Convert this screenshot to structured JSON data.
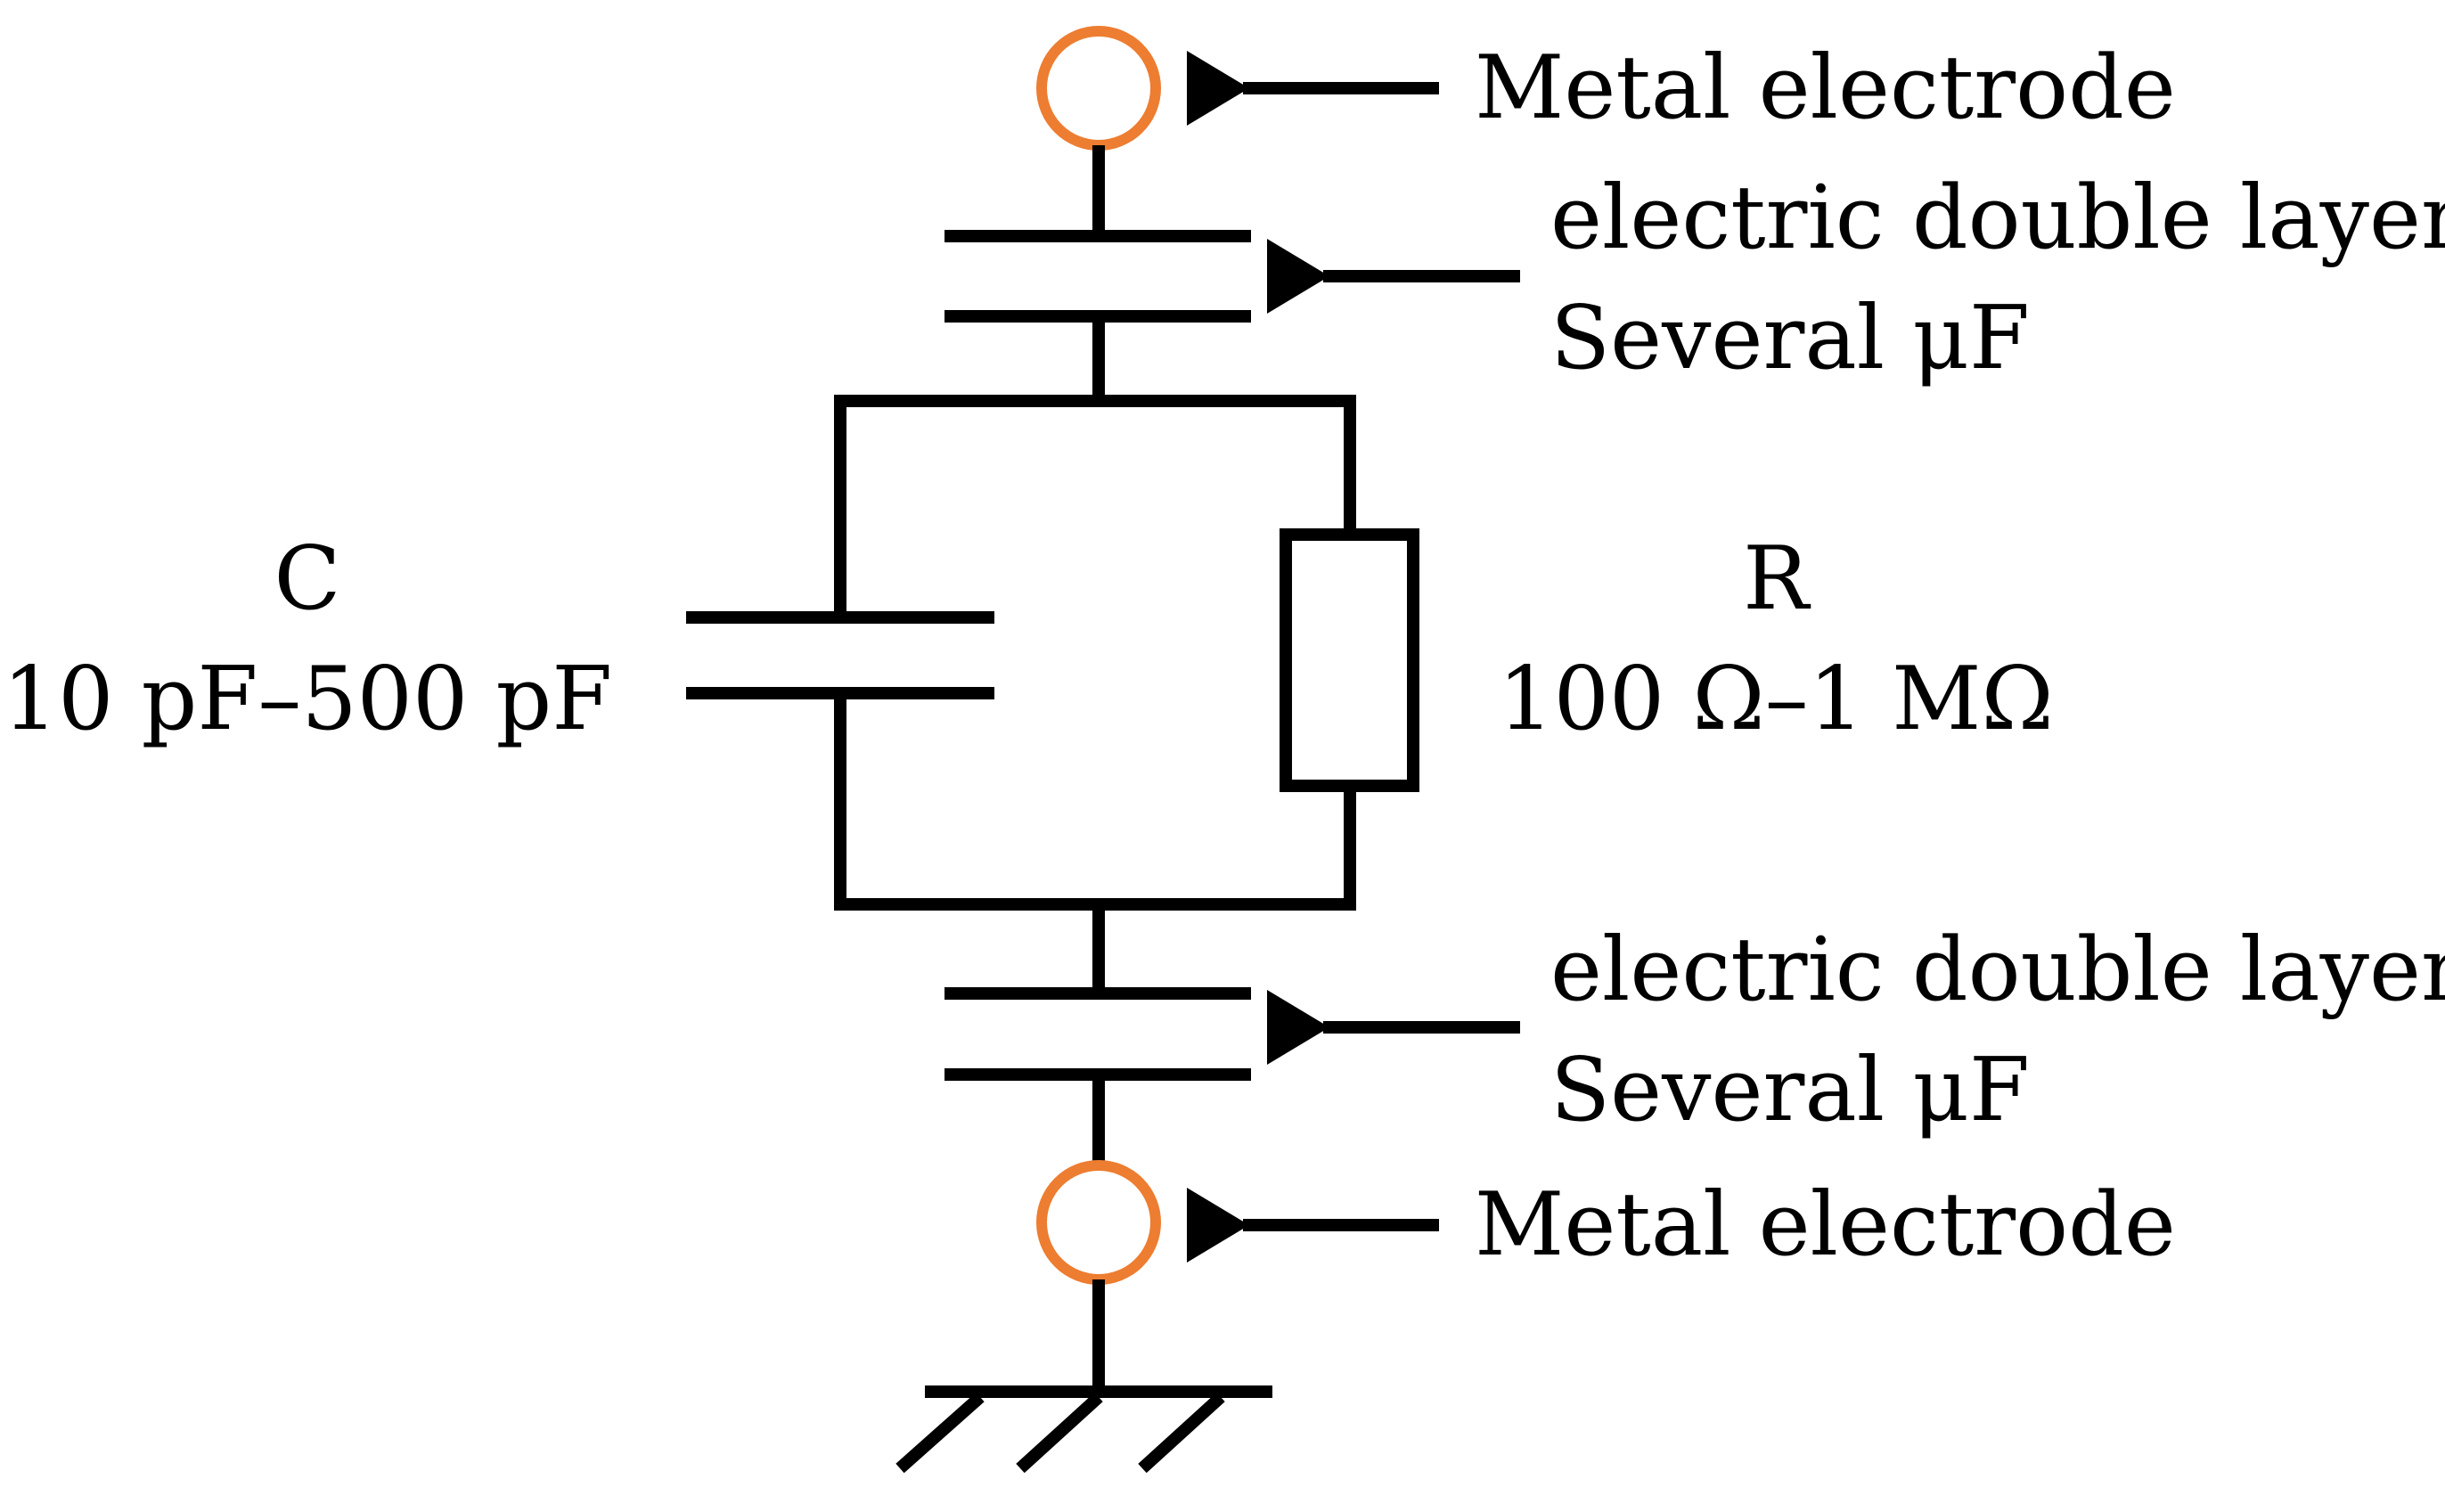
{
  "labels": {
    "top_electrode": "Metal electrode",
    "top_edl_line1": "electric double layer",
    "top_edl_line2": "Several μF",
    "bottom_edl_line1": "electric double layer",
    "bottom_edl_line2": "Several μF",
    "bottom_electrode": "Metal electrode",
    "capacitor_name": "C",
    "capacitor_range": "10 pF–500 pF",
    "resistor_name": "R",
    "resistor_range": "100 Ω–1 MΩ"
  },
  "colors": {
    "electrode": "#ED7D31",
    "wire": "#000000"
  }
}
